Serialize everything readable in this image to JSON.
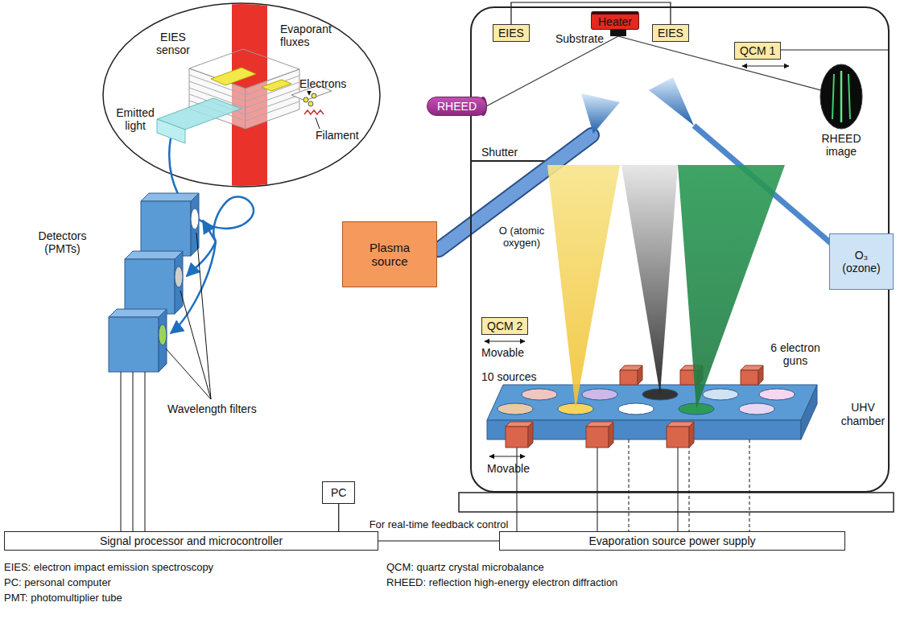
{
  "diagram": {
    "nodes": [
      {
        "text": [
          "UHV chamber"
        ]
      },
      {
        "text": [
          "EIES"
        ],
        "in": 0
      },
      {
        "text": [
          "Heater"
        ],
        "in": 0
      },
      {
        "text": [
          "EIES"
        ],
        "in": 0
      },
      {
        "text": [
          "QCM 1"
        ],
        "in": 0
      },
      {
        "text": [
          "RHEED"
        ]
      },
      {
        "text": [
          "Plasma source"
        ]
      },
      {
        "text": [
          "O (atomic oxygen)"
        ],
        "in": 0
      },
      {
        "text": [
          "O₃ (ozone)"
        ]
      },
      {
        "text": [
          "QCM 2"
        ],
        "in": 0
      },
      {
        "text": [
          "PC"
        ]
      },
      {
        "text": [
          "Signal processor and microcontroller"
        ]
      },
      {
        "text": [
          "Evaporation source power supply"
        ]
      }
    ],
    "edges": [
      {
        "from": 1,
        "to": 3,
        "arrow": "none"
      },
      {
        "from": 10,
        "to": 11,
        "arrow": "none"
      },
      {
        "from": 11,
        "to": 12,
        "label": "For real-time feedback control",
        "arrow": "none"
      }
    ],
    "labels": [
      "EIES sensor",
      "Evaporant fluxes",
      "Electrons",
      "Emitted light",
      "Filament",
      "Detectors (PMTs)",
      "Wavelength filters",
      "Substrate",
      "RHEED image",
      "Shutter",
      "Movable",
      "10 sources",
      "6 electron guns",
      "Movable",
      "EIES: electron impact emission spectroscopy",
      "PC: personal computer",
      "PMT: photomultiplier tube",
      "QCM: quartz crystal microbalance",
      "RHEED: reflection high-energy electron diffraction"
    ]
  }
}
